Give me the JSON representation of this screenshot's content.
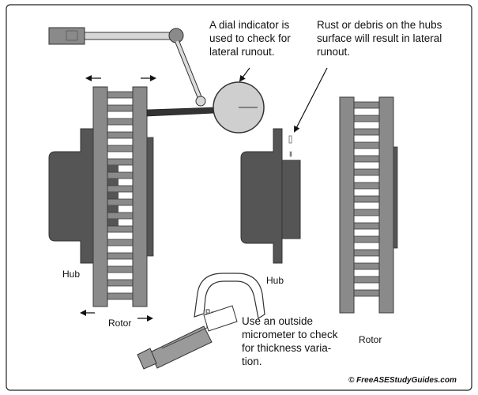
{
  "annotations": {
    "dial_indicator_note": "A dial indicator is\nused to check for\nlateral runout.",
    "rust_note": "Rust or debris on the hubs\nsurface will result in lateral\nrunout.",
    "micrometer_note": "Use an outside\nmicrometer to check\nfor thickness varia-\ntion."
  },
  "labels": {
    "hub_left": "Hub",
    "hub_middle": "Hub",
    "rotor_left": "Rotor",
    "rotor_right": "Rotor"
  },
  "credit": "© FreeASEStudyGuides.com",
  "colors": {
    "hub": "#555555",
    "rotor_plate": "#8a8a8a",
    "rotor_outline": "#3a3a3a",
    "dial_face": "#cfcfcf",
    "micrometer_frame": "#ffffff",
    "micrometer_barrel": "#9a9a9a",
    "debris": "#8a8a8a",
    "outline": "#333333"
  },
  "icons": {
    "spread_arrows": "left-right-arrow-icon",
    "leader_arrows": "pointer-arrow-icon"
  }
}
